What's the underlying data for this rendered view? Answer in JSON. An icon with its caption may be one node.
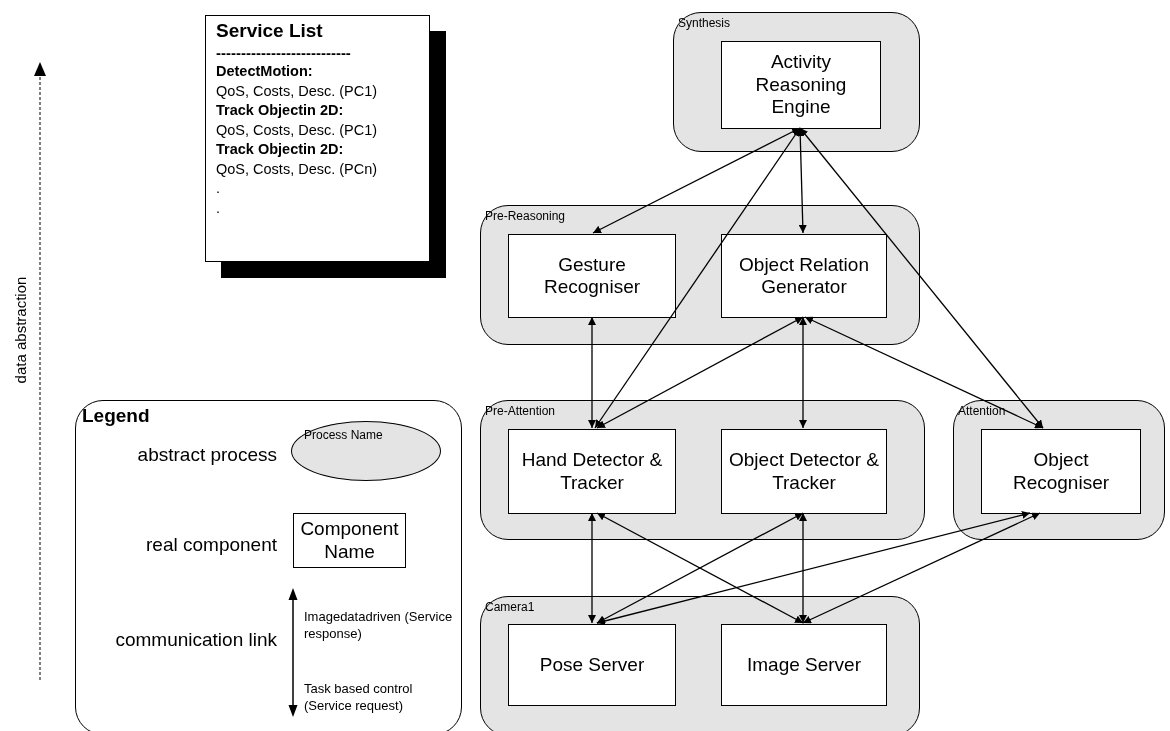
{
  "diagram": {
    "nodes": [
      {
        "text": [
          "Synthesis"
        ]
      },
      {
        "text": [
          "Activity Reasoning Engine"
        ],
        "in": 0
      },
      {
        "text": [
          "Pre-Reasoning"
        ]
      },
      {
        "text": [
          "Gesture Recogniser"
        ],
        "in": 2
      },
      {
        "text": [
          "Object Relation Generator"
        ],
        "in": 2
      },
      {
        "text": [
          "Pre-Attention"
        ]
      },
      {
        "text": [
          "Hand Detector & Tracker"
        ],
        "in": 5
      },
      {
        "text": [
          "Object Detector & Tracker"
        ],
        "in": 5
      },
      {
        "text": [
          "Attention"
        ]
      },
      {
        "text": [
          "Object Recogniser"
        ],
        "in": 8
      },
      {
        "text": [
          "Camera1"
        ]
      },
      {
        "text": [
          "Pose Server"
        ],
        "in": 10
      },
      {
        "text": [
          "Image Server"
        ],
        "in": 10
      },
      {
        "text": [
          "Service List",
          "---------------------------",
          "DetectMotion:",
          "QoS, Costs, Desc. (PC1)",
          "Track Objectin 2D:",
          "QoS, Costs, Desc. (PC1)",
          "Track Objectin 2D:",
          "QoS, Costs, Desc. (PCn)",
          ".",
          "."
        ]
      },
      {
        "text": [
          "Legend"
        ]
      },
      {
        "text": [
          "Process Name"
        ],
        "in": 14
      },
      {
        "text": [
          "Component Name"
        ],
        "in": 14
      }
    ],
    "edges": [
      {
        "from": 1,
        "to": 3,
        "arrow": "both"
      },
      {
        "from": 1,
        "to": 4,
        "arrow": "both"
      },
      {
        "from": 1,
        "to": 6,
        "arrow": "both"
      },
      {
        "from": 1,
        "to": 9,
        "arrow": "both"
      },
      {
        "from": 3,
        "to": 6,
        "arrow": "both"
      },
      {
        "from": 4,
        "to": 6,
        "arrow": "both"
      },
      {
        "from": 4,
        "to": 7,
        "arrow": "both"
      },
      {
        "from": 4,
        "to": 9,
        "arrow": "both"
      },
      {
        "from": 6,
        "to": 11,
        "arrow": "both"
      },
      {
        "from": 6,
        "to": 12,
        "arrow": "both"
      },
      {
        "from": 7,
        "to": 11,
        "arrow": "both"
      },
      {
        "from": 7,
        "to": 12,
        "arrow": "both"
      },
      {
        "from": 9,
        "to": 11,
        "arrow": "both"
      },
      {
        "from": 9,
        "to": 12,
        "arrow": "both"
      }
    ],
    "labels": [
      "data abstraction",
      "abstract process",
      "real component",
      "communication link",
      "Imagedatadriven (Service response)",
      "Task based control (Service request)"
    ]
  }
}
